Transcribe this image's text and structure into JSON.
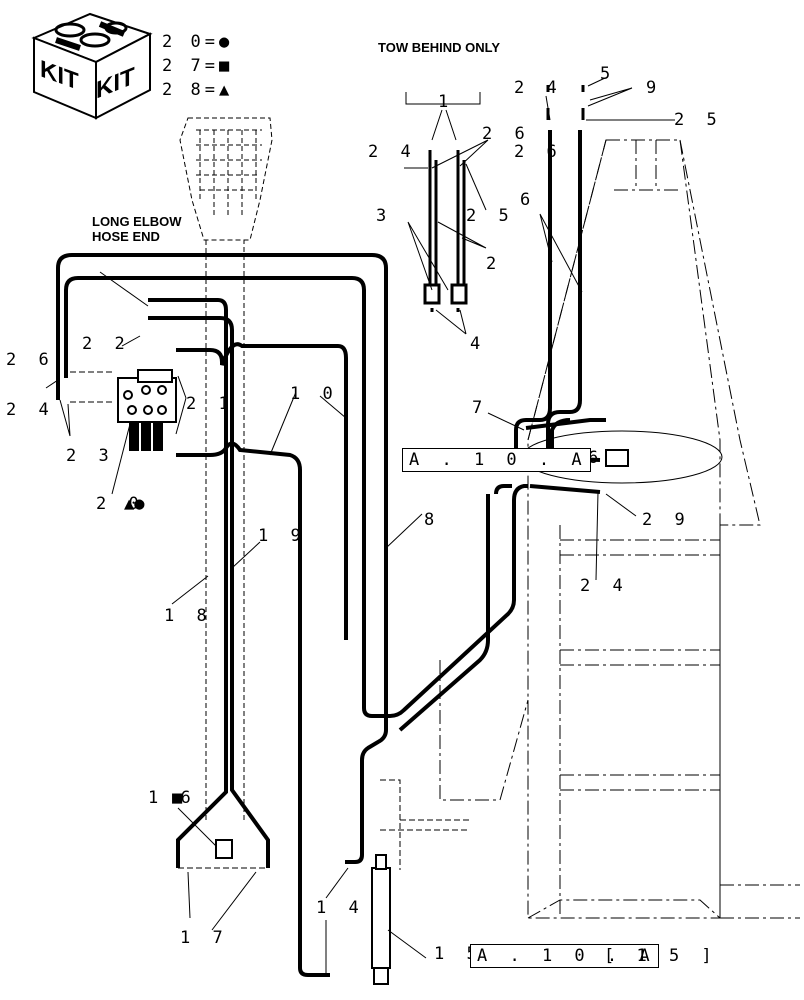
{
  "kit": {
    "left_text": "KIT",
    "right_text": "KIT"
  },
  "legend": [
    {
      "number": "2 0",
      "symbol": "●",
      "symbol_name": "circle"
    },
    {
      "number": "2 7",
      "symbol": "■",
      "symbol_name": "square"
    },
    {
      "number": "2 8",
      "symbol": "▲",
      "symbol_name": "triangle"
    }
  ],
  "notes": {
    "tow_behind": "TOW BEHIND ONLY",
    "long_elbow_line1": "LONG ELBOW",
    "long_elbow_line2": "HOSE END"
  },
  "callouts": {
    "c1": "1",
    "c2": "2",
    "c3": "3",
    "c4": "4",
    "c5": "5",
    "c6a": "6",
    "c6b": "6",
    "c7": "7",
    "c8": "8",
    "c9": "9",
    "c10": "1 0",
    "c14": "1 4",
    "c15": "1 5",
    "c16": "1 6",
    "c17": "1 7",
    "c18": "1 8",
    "c19": "1 9",
    "c20": "2 0",
    "c21": "2 1",
    "c22": "2 2",
    "c23": "2 3",
    "c24a": "2 4",
    "c24b": "2 4",
    "c24c": "2 4",
    "c24d": "2 4",
    "c25a": "2 5",
    "c25b": "2 5",
    "c26a": "2 6",
    "c26b": "2 6",
    "c26c": "2 6",
    "c29": "2 9"
  },
  "refs": {
    "ref_top": "A . 1 0 . A",
    "ref_bottom": "A . 1 0 . A",
    "ref_bottom_suffix": "[ 1 5 ]"
  },
  "colors": {
    "line": "#000000",
    "background": "#ffffff"
  }
}
